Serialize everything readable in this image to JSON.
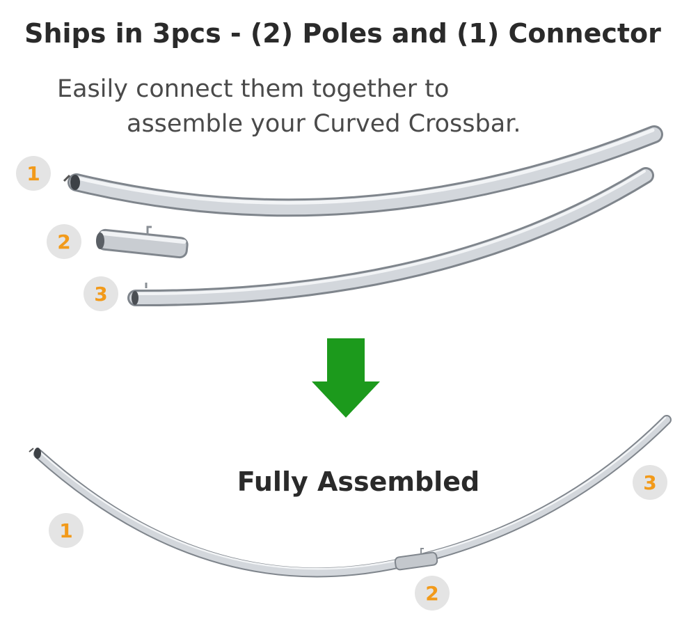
{
  "title": "Ships in 3pcs - (2) Poles and (1) Connector",
  "subtitle_line1": "Easily connect them together to",
  "subtitle_line2": "assemble your Curved Crossbar.",
  "assembled_label": "Fully Assembled",
  "badges": {
    "part1_top": "1",
    "part2_top": "2",
    "part3_top": "3",
    "part1_bottom": "1",
    "part2_bottom": "2",
    "part3_bottom": "3"
  },
  "colors": {
    "badge_text": "#f29a1a",
    "badge_bg": "#e4e4e4",
    "arrow": "#1c9a1c",
    "pole": "#c9cdd2"
  },
  "icons": {
    "arrow": "down-arrow-icon"
  }
}
